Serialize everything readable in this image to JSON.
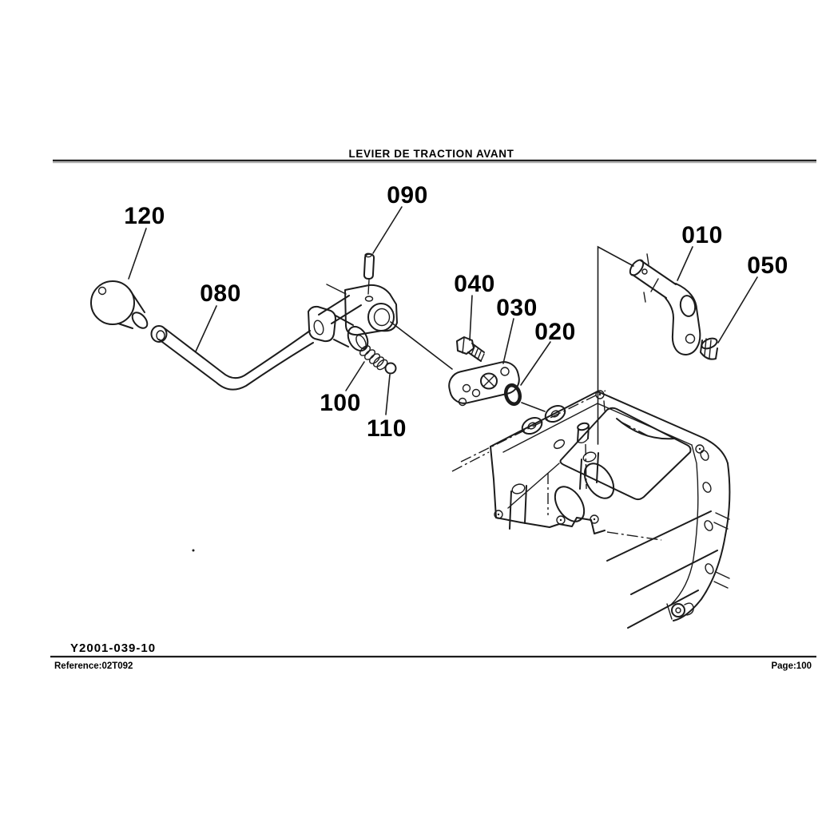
{
  "page": {
    "title": "LEVIER DE TRACTION AVANT",
    "drawing_code": "Y2001-039-10",
    "reference": "Reference:02T092",
    "page_number": "Page:100"
  },
  "diagram": {
    "labels": [
      {
        "text": "010"
      },
      {
        "text": "020"
      },
      {
        "text": "030"
      },
      {
        "text": "040"
      },
      {
        "text": "050"
      },
      {
        "text": "080"
      },
      {
        "text": "090"
      },
      {
        "text": "100"
      },
      {
        "text": "110"
      },
      {
        "text": "120"
      }
    ],
    "ink_color": "#1c1c1c",
    "background_color": "#ffffff"
  }
}
